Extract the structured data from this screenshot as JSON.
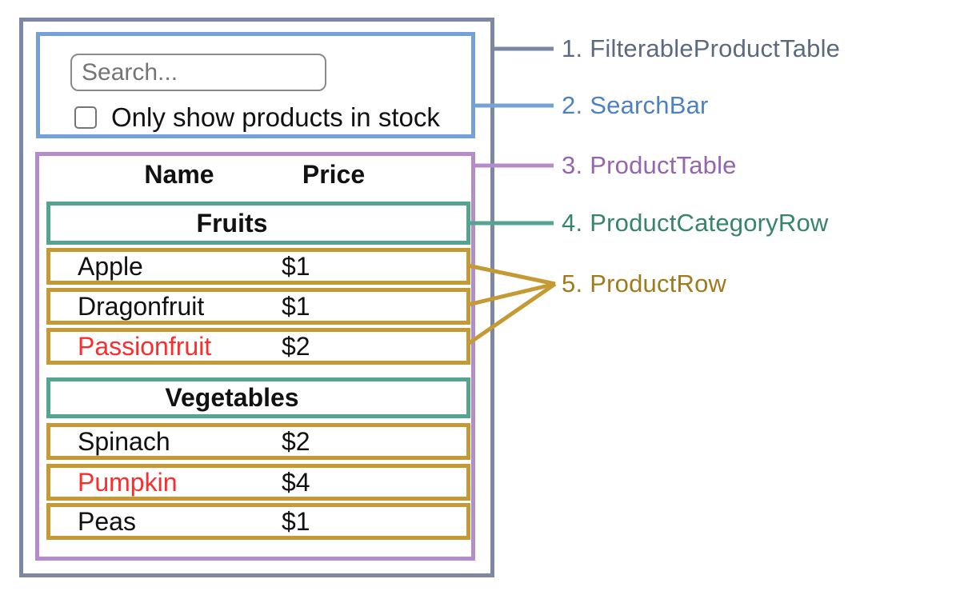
{
  "colors": {
    "filterable_product_table": "#7b87a3",
    "search_bar": "#74a1d8",
    "product_table": "#b48ccc",
    "product_category_row": "#55a492",
    "product_row": "#c59a35",
    "label_1": "#5c6a80",
    "label_2": "#4e81c2",
    "label_3": "#9566ad",
    "label_4": "#37846c",
    "label_5": "#a07b1e",
    "out_of_stock_text": "#fb2d2d",
    "body_text": "#111111",
    "field_border": "#8a8a8a",
    "placeholder_text": "#757575"
  },
  "search_bar": {
    "input_placeholder": "Search...",
    "input_value": "",
    "checkbox_checked": false,
    "checkbox_label": "Only show products in stock"
  },
  "product_table": {
    "headers": {
      "name": "Name",
      "price": "Price"
    },
    "categories": [
      {
        "label": "Fruits",
        "products": [
          {
            "name": "Apple",
            "price": "$1",
            "out_of_stock": false
          },
          {
            "name": "Dragonfruit",
            "price": "$1",
            "out_of_stock": false
          },
          {
            "name": "Passionfruit",
            "price": "$2",
            "out_of_stock": true
          }
        ]
      },
      {
        "label": "Vegetables",
        "products": [
          {
            "name": "Spinach",
            "price": "$2",
            "out_of_stock": false
          },
          {
            "name": "Pumpkin",
            "price": "$4",
            "out_of_stock": true
          },
          {
            "name": "Peas",
            "price": "$1",
            "out_of_stock": false
          }
        ]
      }
    ]
  },
  "legend": [
    {
      "number": "1.",
      "label": "FilterableProductTable"
    },
    {
      "number": "2.",
      "label": "SearchBar"
    },
    {
      "number": "3.",
      "label": "ProductTable"
    },
    {
      "number": "4.",
      "label": "ProductCategoryRow"
    },
    {
      "number": "5.",
      "label": "ProductRow"
    }
  ]
}
